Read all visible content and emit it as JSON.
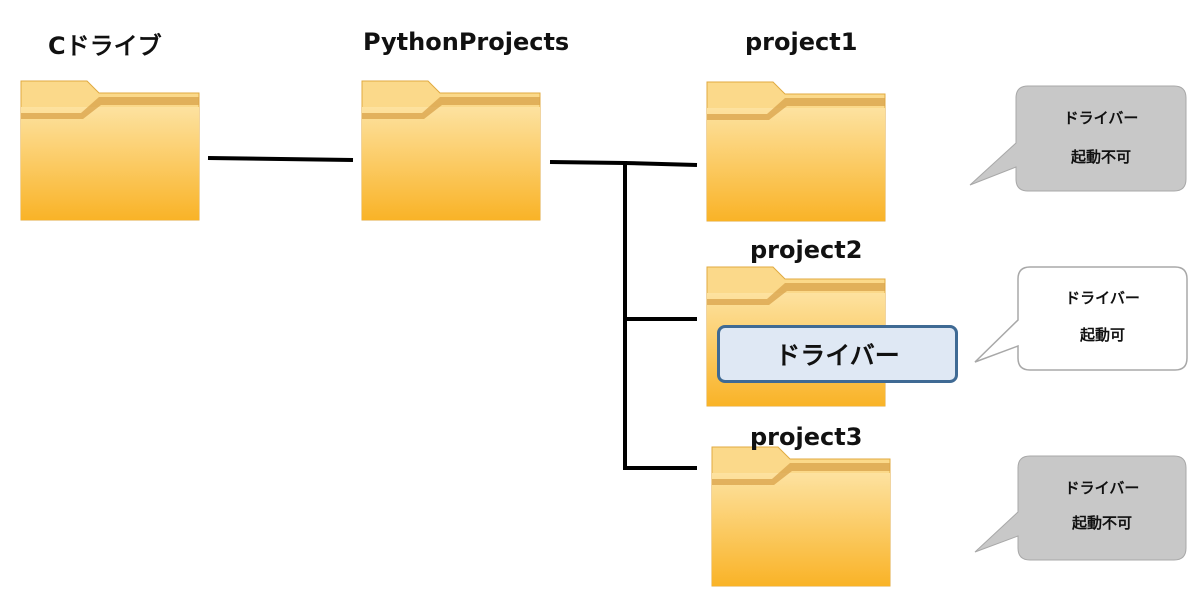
{
  "folders": [
    {
      "id": "c-drive",
      "label": "Cドライブ"
    },
    {
      "id": "python-projects",
      "label": "PythonProjects"
    },
    {
      "id": "project1",
      "label": "project1"
    },
    {
      "id": "project2",
      "label": "project2"
    },
    {
      "id": "project3",
      "label": "project3"
    }
  ],
  "driver_badge": {
    "label": "ドライバー"
  },
  "callouts": [
    {
      "target": "project1",
      "line1": "ドライバー",
      "line2": "起動不可",
      "style": "gray"
    },
    {
      "target": "project2",
      "line1": "ドライバー",
      "line2": "起動可",
      "style": "white"
    },
    {
      "target": "project3",
      "line1": "ドライバー",
      "line2": "起動不可",
      "style": "gray"
    }
  ],
  "colors": {
    "folder_light": "#fbd98a",
    "folder_dark": "#f9b327",
    "folder_stripe": "#d8a24a",
    "badge_fill": "#dfe8f4",
    "badge_border": "#3f6a94",
    "bubble_gray": "#c8c8c8",
    "bubble_white": "#ffffff",
    "connector": "#000000"
  }
}
